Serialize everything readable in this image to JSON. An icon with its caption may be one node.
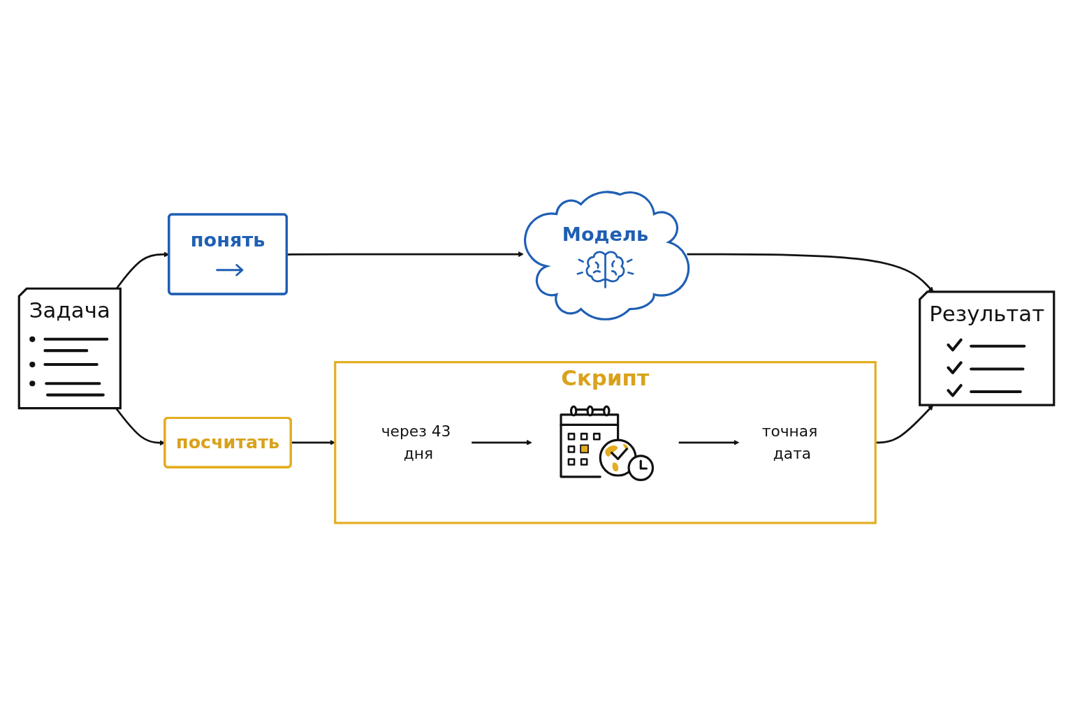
{
  "diagram": {
    "nodes": [
      {
        "text": [
          "Задача"
        ]
      },
      {
        "text": [
          "понять"
        ]
      },
      {
        "text": [
          "Модель"
        ]
      },
      {
        "text": [
          "посчитать"
        ]
      },
      {
        "text": [
          "Скрипт"
        ]
      },
      {
        "text": [
          "через 43 дня"
        ],
        "in": 4
      },
      {
        "text": [],
        "shape": "picture",
        "in": 4
      },
      {
        "text": [
          "точная дата"
        ],
        "in": 4
      },
      {
        "text": [
          "Результат"
        ]
      }
    ],
    "edges": [
      {
        "from": 0,
        "to": 1,
        "arrow": "to"
      },
      {
        "from": 0,
        "to": 3,
        "arrow": "to"
      },
      {
        "from": 1,
        "to": 2,
        "arrow": "to"
      },
      {
        "from": 2,
        "to": 8,
        "arrow": "to"
      },
      {
        "from": 3,
        "to": 4,
        "arrow": "to"
      },
      {
        "from": 4,
        "to": 8,
        "arrow": "to"
      },
      {
        "from": 5,
        "to": 6,
        "arrow": "to"
      },
      {
        "from": 6,
        "to": 7,
        "arrow": "to"
      }
    ]
  }
}
